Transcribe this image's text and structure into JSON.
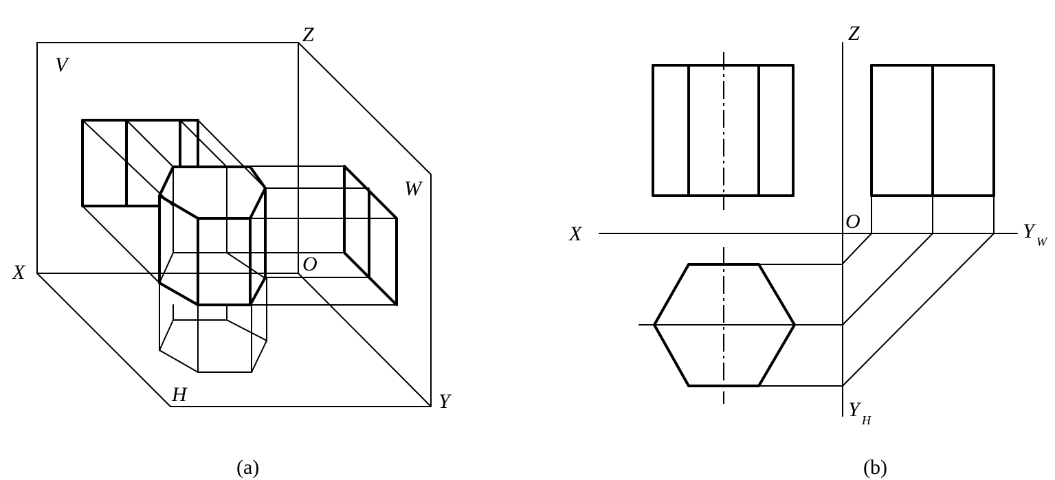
{
  "figure_a": {
    "caption": "(a)",
    "labels": {
      "v": "V",
      "z": "Z",
      "w": "W",
      "x": "X",
      "o": "O",
      "h": "H",
      "y": "Y"
    }
  },
  "figure_b": {
    "caption": "(b)",
    "labels": {
      "z": "Z",
      "x": "X",
      "o": "O",
      "yw_main": "Y",
      "yw_sub": "W",
      "yh_main": "Y",
      "yh_sub": "H"
    }
  }
}
